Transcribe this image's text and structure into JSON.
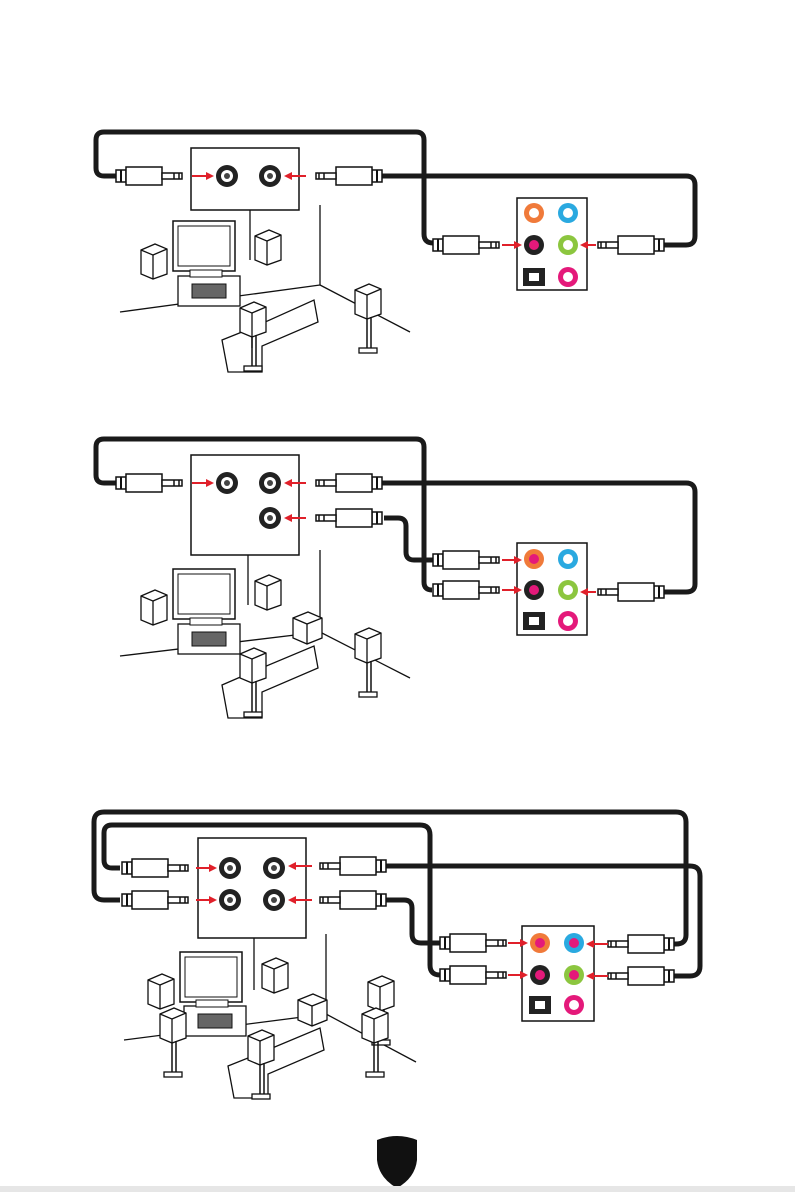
{
  "colors": {
    "cable": "#1a1a1a",
    "arrow": "#e0202a",
    "jack_orange": "#f07a3a",
    "jack_blue": "#2aa9e0",
    "jack_black": "#222222",
    "jack_green": "#8cc63f",
    "jack_pink": "#e4197a",
    "jack_optical": "#222222",
    "page_bg": "#ffffff",
    "line": "#111111"
  },
  "diagrams": [
    {
      "id": "two-channel",
      "speaker_ports": [
        "black",
        "black"
      ],
      "io_ports": [
        "orange",
        "blue",
        "black",
        "green",
        "optical",
        "pink"
      ]
    },
    {
      "id": "four-point-one-channel",
      "speaker_ports": [
        "black",
        "black",
        "black"
      ],
      "io_ports": [
        "orange",
        "blue",
        "black",
        "green",
        "optical",
        "pink"
      ]
    },
    {
      "id": "five-point-one-channel",
      "speaker_ports": [
        "black",
        "black",
        "black",
        "black"
      ],
      "io_ports": [
        "orange",
        "blue",
        "black",
        "green",
        "optical",
        "pink"
      ]
    }
  ],
  "icons": [
    "tv-icon",
    "speaker-icon",
    "subwoofer-icon",
    "sofa-icon",
    "receiver-icon",
    "shield-logo-icon"
  ]
}
